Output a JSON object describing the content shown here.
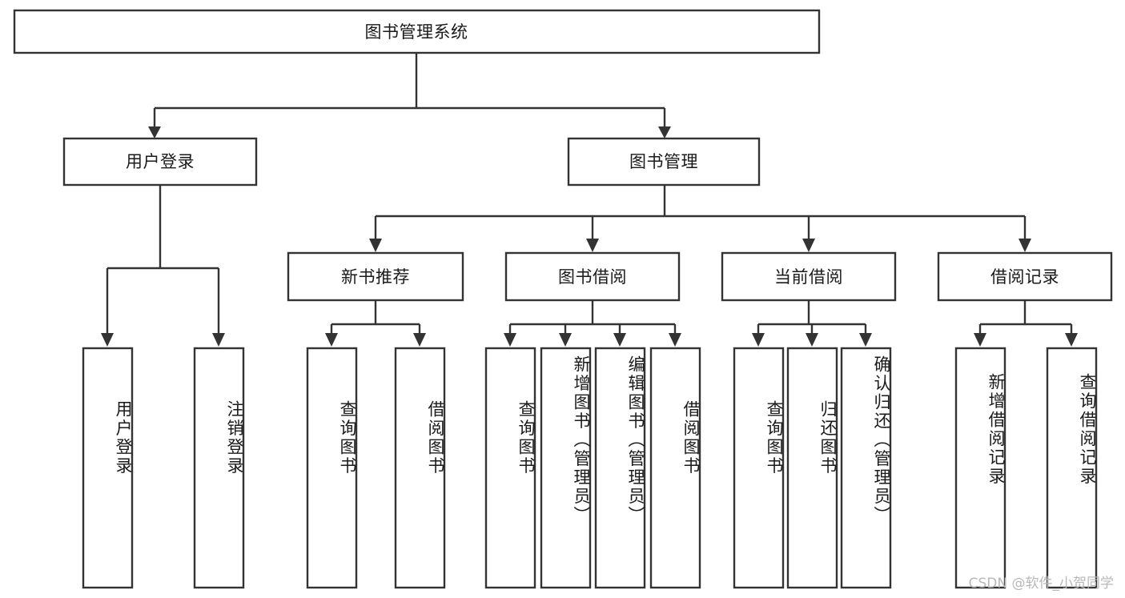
{
  "diagram": {
    "title": "图书管理系统",
    "type": "hierarchy-tree",
    "watermark": "CSDN @软件_小贺同学",
    "colors": {
      "background": "#ffffff",
      "box_fill": "#ffffff",
      "line": "#333333",
      "text": "#1a1a1a",
      "watermark": "#b8b8b8"
    },
    "levels": {
      "root": "图书管理系统",
      "level2": [
        "用户登录",
        "图书管理"
      ],
      "level3": [
        "新书推荐",
        "图书借阅",
        "当前借阅",
        "借阅记录"
      ]
    },
    "nodes": {
      "root": {
        "label": "图书管理系统"
      },
      "user_login": {
        "label": "用户登录"
      },
      "book_manage": {
        "label": "图书管理"
      },
      "new_book_rec": {
        "label": "新书推荐"
      },
      "book_borrow": {
        "label": "图书借阅"
      },
      "current_borrow": {
        "label": "当前借阅"
      },
      "borrow_record": {
        "label": "借阅记录"
      }
    },
    "leaves": {
      "user_login": [
        {
          "label": "用户登录"
        },
        {
          "label": "注销登录"
        }
      ],
      "new_book_rec": [
        {
          "label": "查询图书"
        },
        {
          "label": "借阅图书"
        }
      ],
      "book_borrow": [
        {
          "label": "查询图书"
        },
        {
          "label": "新增图书（管理员）"
        },
        {
          "label": "编辑图书（管理员）"
        },
        {
          "label": "借阅图书"
        }
      ],
      "current_borrow": [
        {
          "label": "查询图书"
        },
        {
          "label": "归还图书"
        },
        {
          "label": "确认归还（管理员）"
        }
      ],
      "borrow_record": [
        {
          "label": "新增借阅记录"
        },
        {
          "label": "查询借阅记录"
        }
      ]
    }
  }
}
